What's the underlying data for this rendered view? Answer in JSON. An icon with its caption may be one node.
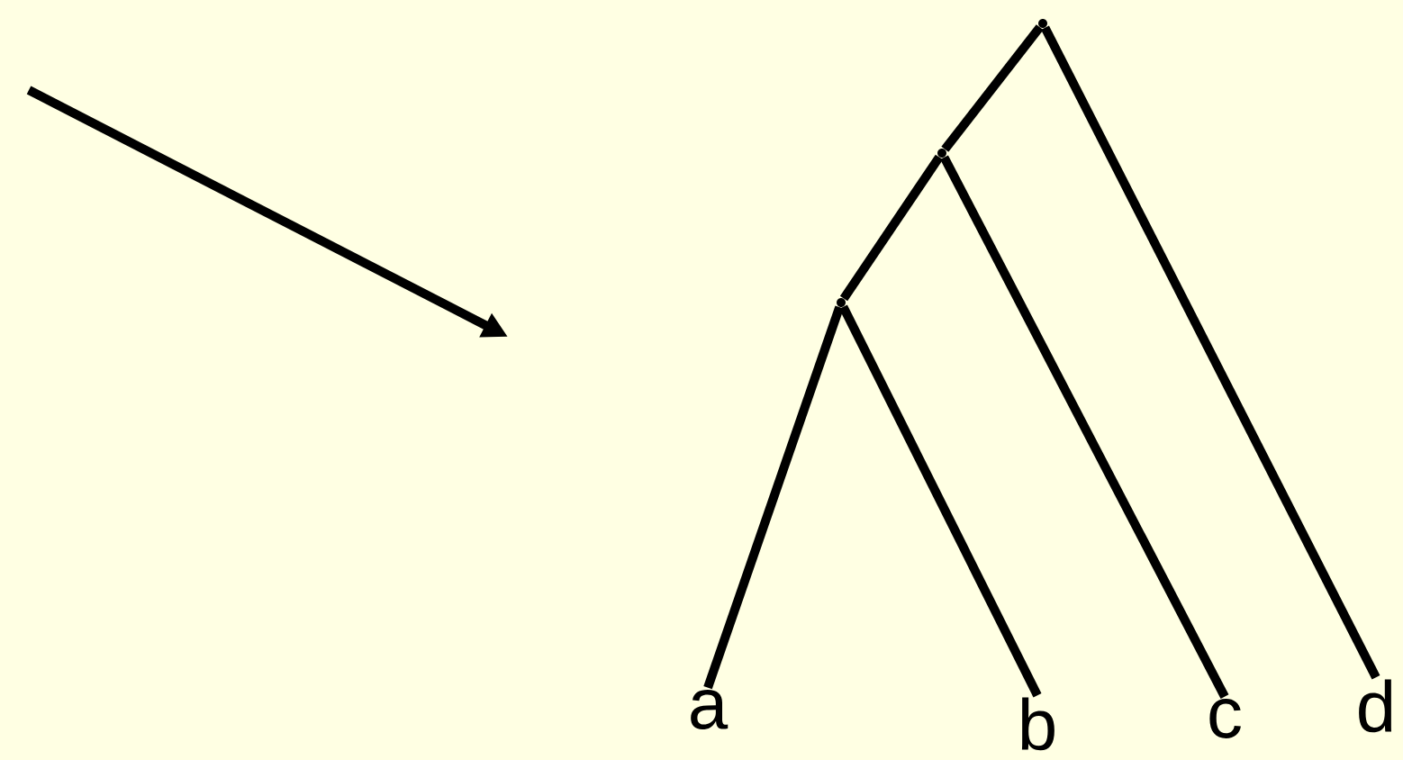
{
  "diagram": {
    "nodes": [
      {
        "text": [],
        "shape": "point"
      },
      {
        "text": [],
        "shape": "point"
      },
      {
        "text": [],
        "shape": "point"
      },
      {
        "text": [
          "a"
        ]
      },
      {
        "text": [
          "b"
        ]
      },
      {
        "text": [
          "c"
        ]
      },
      {
        "text": [
          "d"
        ]
      }
    ],
    "edges": [
      {
        "from": 0,
        "to": 1,
        "arrow": "none"
      },
      {
        "from": 0,
        "to": 6,
        "arrow": "none"
      },
      {
        "from": 1,
        "to": 2,
        "arrow": "none"
      },
      {
        "from": 1,
        "to": 5,
        "arrow": "none"
      },
      {
        "from": 2,
        "to": 3,
        "arrow": "none"
      },
      {
        "from": 2,
        "to": 4,
        "arrow": "none"
      }
    ]
  }
}
